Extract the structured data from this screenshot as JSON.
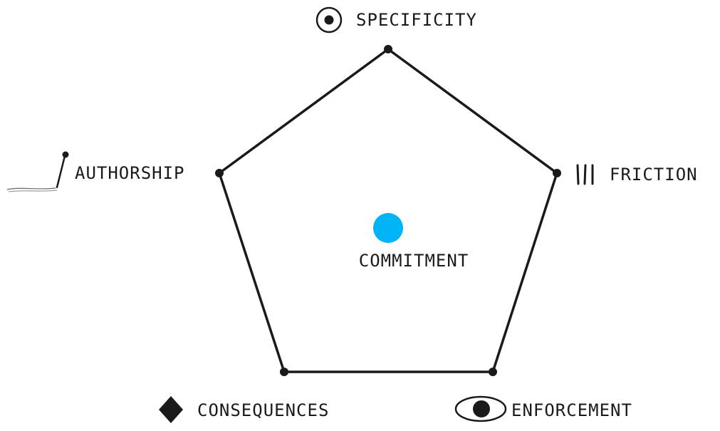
{
  "diagram": {
    "center_label": "COMMITMENT",
    "center_color": "#00b4f5",
    "line_color": "#1a1a1a",
    "nodes": [
      {
        "label": "SPECIFICITY",
        "icon": "target-circle-icon"
      },
      {
        "label": "FRICTION",
        "icon": "triple-bars-icon"
      },
      {
        "label": "ENFORCEMENT",
        "icon": "eye-icon"
      },
      {
        "label": "CONSEQUENCES",
        "icon": "diamond-icon"
      },
      {
        "label": "AUTHORSHIP",
        "icon": "pen-signature-icon"
      }
    ]
  }
}
